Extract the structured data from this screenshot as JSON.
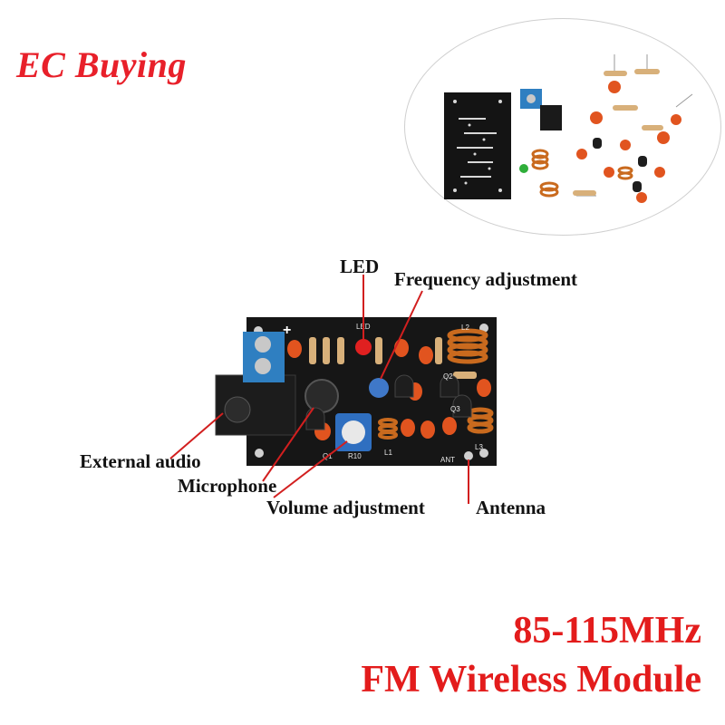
{
  "brand": "EC Buying",
  "labels": {
    "led": "LED",
    "frequency": "Frequency adjustment",
    "external_audio": "External audio",
    "microphone": "Microphone",
    "volume": "Volume adjustment",
    "antenna": "Antenna"
  },
  "board_silkscreen": {
    "led": "LED",
    "l2": "L2",
    "q2": "Q2",
    "q3": "Q3",
    "q1": "Q1",
    "r10": "R10",
    "l1": "L1",
    "ant": "ANT",
    "l3": "L3",
    "plus": "+"
  },
  "title": {
    "line1": "85-115MHz",
    "line2": "FM Wireless Module"
  },
  "colors": {
    "brand": "#e8202a",
    "title": "#e31c1c",
    "callout_line": "#d21f1f",
    "pcb": "#161616",
    "terminal": "#2f7fc1",
    "coil": "#c96a1e",
    "capacitor": "#e1541f"
  }
}
